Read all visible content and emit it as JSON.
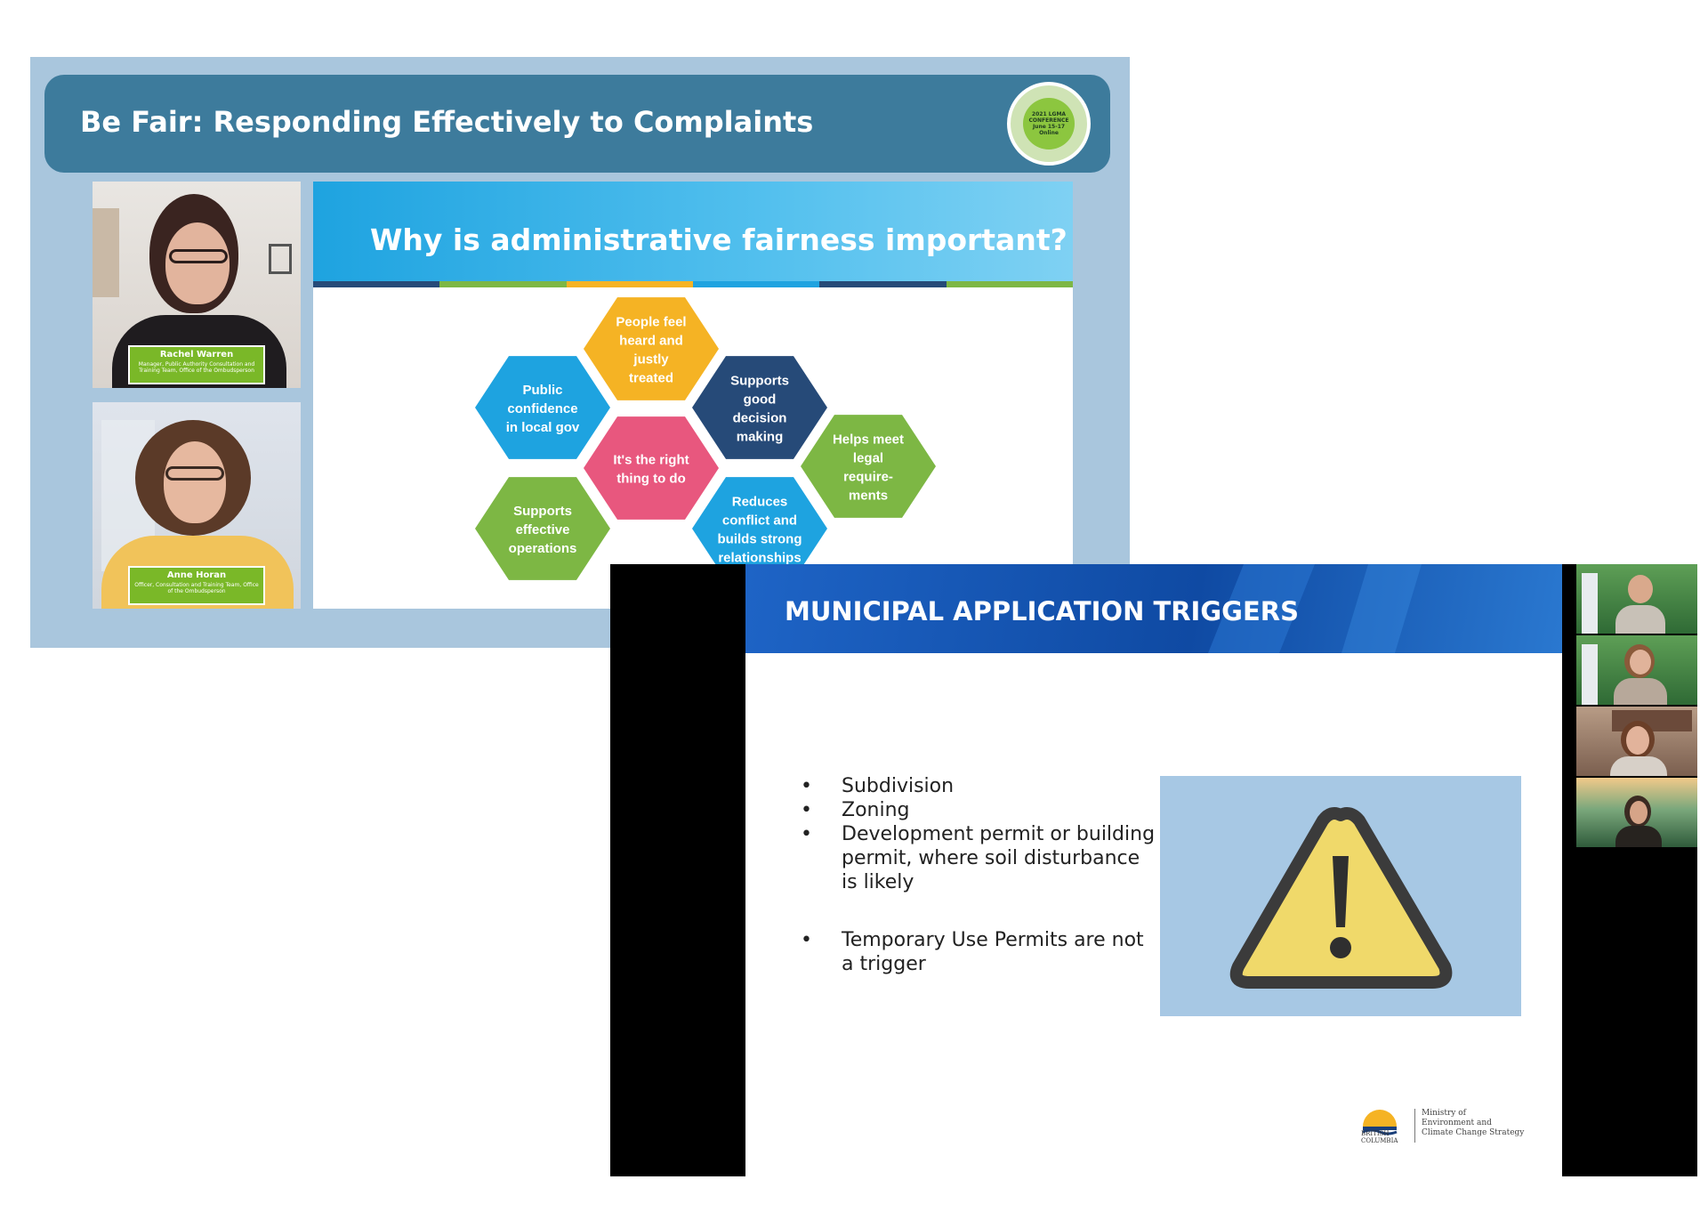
{
  "webinar": {
    "title": "Be Fair: Responding Effectively to Complaints",
    "logo": {
      "line1": "2021 LGMA",
      "line2": "CONFERENCE",
      "line3": "June 15-17",
      "line4": "Online"
    },
    "speakers": [
      {
        "name": "Rachel Warren",
        "role": "Manager, Public Authority Consultation and Training Team, Office of the Ombudsperson"
      },
      {
        "name": "Anne Horan",
        "role": "Officer, Consultation and Training Team, Office of the Ombudsperson"
      }
    ],
    "slide": {
      "title": "Why is administrative fairness important?",
      "hexagons": [
        {
          "lines": [
            "People feel",
            "heard and",
            "justly",
            "treated"
          ],
          "color": "#f5b324"
        },
        {
          "lines": [
            "Public",
            "confidence",
            "in local gov"
          ],
          "color": "#1ea3e0"
        },
        {
          "lines": [
            "Supports",
            "good",
            "decision",
            "making"
          ],
          "color": "#264a78"
        },
        {
          "lines": [
            "It's the right",
            "thing to do"
          ],
          "color": "#e8577e"
        },
        {
          "lines": [
            "Helps meet",
            "legal",
            "require-",
            "ments"
          ],
          "color": "#7db744"
        },
        {
          "lines": [
            "Supports",
            "effective",
            "operations"
          ],
          "color": "#7db744"
        },
        {
          "lines": [
            "Reduces",
            "conflict and",
            "builds strong",
            "relationships"
          ],
          "color": "#1ea3e0"
        }
      ]
    }
  },
  "meeting": {
    "slide": {
      "title": "MUNICIPAL APPLICATION TRIGGERS",
      "bullets": [
        "Subdivision",
        "Zoning",
        "Development permit or building permit, where soil disturbance is likely",
        "Temporary Use Permits are not a trigger"
      ],
      "warning_icon": "warning-triangle-icon",
      "logo": {
        "province_line1": "BRITISH",
        "province_line2": "COLUMBIA",
        "ministry_line1": "Ministry of",
        "ministry_line2": "Environment and",
        "ministry_line3": "Climate Change Strategy"
      }
    },
    "participants": [
      {
        "background": "forest-city"
      },
      {
        "background": "forest-city"
      },
      {
        "background": "room"
      },
      {
        "background": "mountain-forest"
      }
    ]
  }
}
